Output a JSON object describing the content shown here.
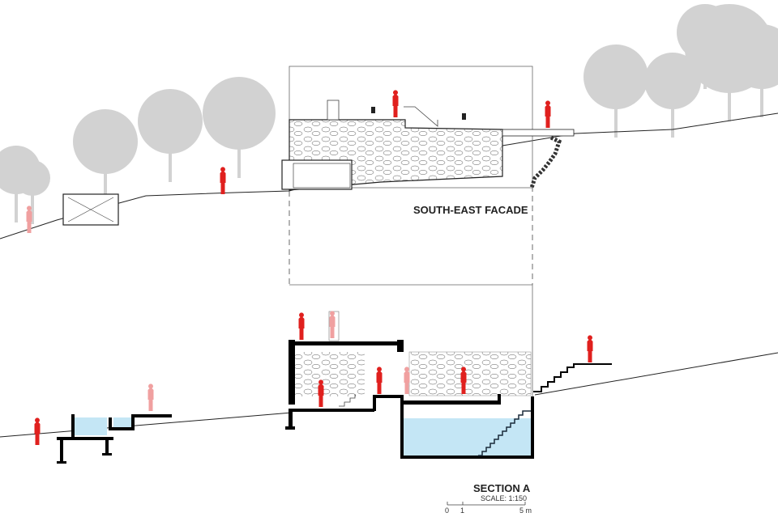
{
  "facade": {
    "title": "SOUTH-EAST FACADE"
  },
  "section": {
    "title": "SECTION A",
    "scale": "SCALE: 1:150"
  },
  "scale_bar": {
    "ticks": [
      "0",
      "1",
      "5 m"
    ]
  },
  "colors": {
    "figure": "#e0201e",
    "figure_faded": "#f0a0a0",
    "tree": "#cfcfcf",
    "water": "#c4e6f5",
    "wall": "#000000"
  }
}
